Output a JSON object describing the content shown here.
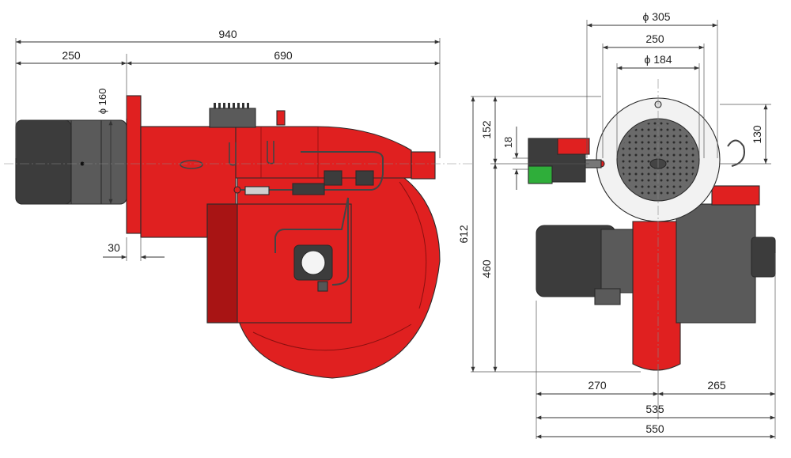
{
  "colors": {
    "body_red": "#e02020",
    "body_red_dark": "#a81414",
    "motor_grey": "#5a5a5a",
    "motor_grey_dark": "#3c3c3c",
    "plate_light": "#f2f2f2",
    "accent_green": "#2fae3a",
    "line": "#2a2a2a"
  },
  "dimensions": {
    "total_length": "940",
    "nozzle_length": "250",
    "body_length": "690",
    "flange_thickness": "30",
    "nozzle_diameter": "160",
    "diameter_symbol": "ϕ",
    "outer_ring_diameter": "305",
    "bolt_spacing": "250",
    "inner_ring_diameter": "184",
    "height_total": "612",
    "height_upper": "152",
    "height_lower": "460",
    "small_offset": "18",
    "side_offset": "130",
    "width_left": "270",
    "width_right": "265",
    "width_mid": "535",
    "width_total": "550"
  }
}
